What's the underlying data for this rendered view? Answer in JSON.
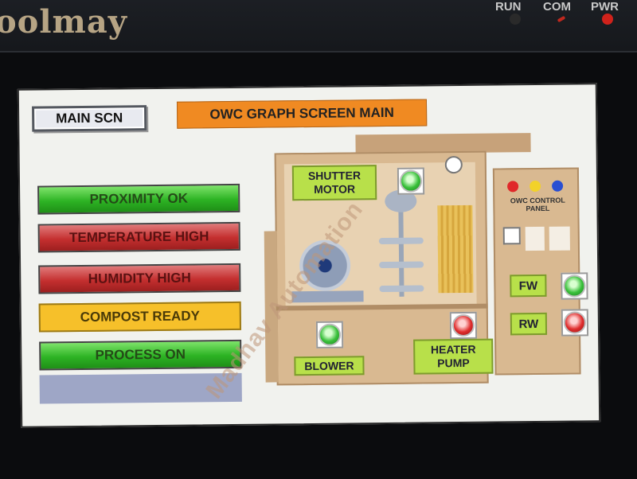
{
  "device": {
    "brand": "oolmay",
    "indicators": [
      {
        "label": "RUN",
        "color": "#2a2a2a"
      },
      {
        "label": "COM",
        "color": "#c0281e"
      },
      {
        "label": "PWR",
        "color": "#d0221b"
      }
    ]
  },
  "header": {
    "main_button": "MAIN SCN",
    "title": "OWC GRAPH SCREEN MAIN"
  },
  "status_panel": {
    "items": [
      {
        "label": "PROXIMITY OK",
        "state": "green"
      },
      {
        "label": "TEMPERATURE HIGH",
        "state": "red"
      },
      {
        "label": "HUMIDITY HIGH",
        "state": "red"
      },
      {
        "label": "COMPOST READY",
        "state": "yellow"
      },
      {
        "label": "PROCESS ON",
        "state": "green"
      },
      {
        "label": "",
        "state": "grey"
      }
    ]
  },
  "machine": {
    "shutter_motor": {
      "label": "SHUTTER\nMOTOR",
      "indicator": "green"
    },
    "blower": {
      "label": "BLOWER",
      "indicator": "green"
    },
    "heater_pump": {
      "label": "HEATER\nPUMP",
      "indicator": "red"
    },
    "control_panel": {
      "label": "OWC CONTROL\nPANEL",
      "lamps": [
        "#e0282a",
        "#f2d22a",
        "#2a4fd2"
      ]
    },
    "fw": {
      "label": "FW",
      "indicator": "green"
    },
    "rw": {
      "label": "RW",
      "indicator": "red"
    }
  },
  "watermark": "Madhav Automation",
  "colors": {
    "green": "#2db324",
    "red": "#c42f2f",
    "yellow": "#f6c02a",
    "orange": "#f08a22",
    "label_green": "#b8e04a",
    "machine_tan": "#d9b991"
  }
}
